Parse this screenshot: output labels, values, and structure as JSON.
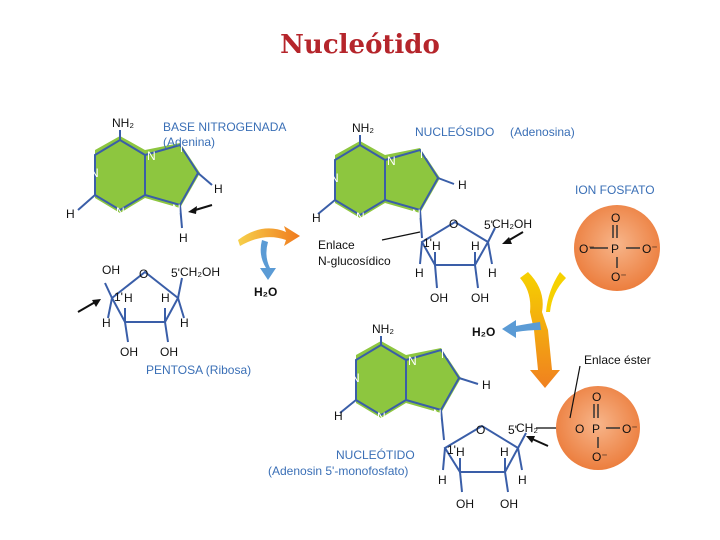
{
  "title": "Nucleótido",
  "labels": {
    "base_title": "BASE NITROGENADA",
    "base_sub": "(Adenina)",
    "nucleoside_title": "NUCLEÓSIDO",
    "nucleoside_sub": "(Adenosina)",
    "phosphate": "ION FOSFATO",
    "pentose": "PENTOSA  (Ribosa)",
    "bond_n_1": "Enlace",
    "bond_n_2": "N-glucosídico",
    "bond_ester": "Enlace éster",
    "nucleotide_title": "NUCLEÓTIDO",
    "nucleotide_sub": "(Adenosin 5'-monofosfato)",
    "water_1": "H₂O",
    "water_2": "H₂O"
  },
  "atoms": {
    "nh2": "NH₂",
    "n": "N",
    "h": "H",
    "o": "O",
    "oh": "OH",
    "p": "P",
    "ch2oh": "CH₂OH",
    "ch2": "CH₂",
    "o_minus": "O⁻",
    "five_prime": "5'",
    "one_prime": "1'"
  },
  "colors": {
    "base_ring": "#8dc63f",
    "phosphate": "#ef8a4a",
    "label": "#3a6fb6",
    "title": "#b5252b",
    "arrow_orange": "#f08a24",
    "arrow_yellow": "#f2c100",
    "arrow_blue": "#5b9bd5"
  }
}
